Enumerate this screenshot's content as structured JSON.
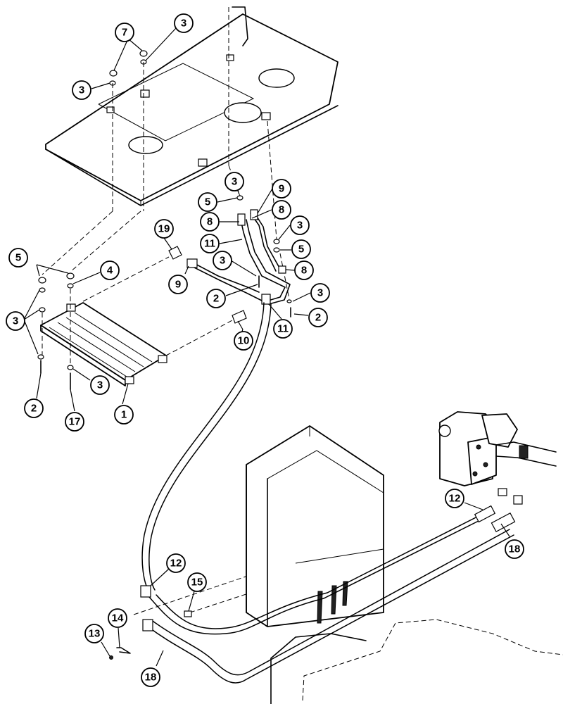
{
  "diagram": {
    "callouts": [
      {
        "label": "7"
      },
      {
        "label": "3"
      },
      {
        "label": "3"
      },
      {
        "label": "3"
      },
      {
        "label": "9"
      },
      {
        "label": "5"
      },
      {
        "label": "8"
      },
      {
        "label": "8"
      },
      {
        "label": "3"
      },
      {
        "label": "11"
      },
      {
        "label": "5"
      },
      {
        "label": "19"
      },
      {
        "label": "3"
      },
      {
        "label": "8"
      },
      {
        "label": "5"
      },
      {
        "label": "4"
      },
      {
        "label": "9"
      },
      {
        "label": "2"
      },
      {
        "label": "3"
      },
      {
        "label": "11"
      },
      {
        "label": "2"
      },
      {
        "label": "3"
      },
      {
        "label": "10"
      },
      {
        "label": "3"
      },
      {
        "label": "2"
      },
      {
        "label": "17"
      },
      {
        "label": "1"
      },
      {
        "label": "12"
      },
      {
        "label": "18"
      },
      {
        "label": "12"
      },
      {
        "label": "15"
      },
      {
        "label": "14"
      },
      {
        "label": "13"
      },
      {
        "label": "18"
      }
    ]
  }
}
